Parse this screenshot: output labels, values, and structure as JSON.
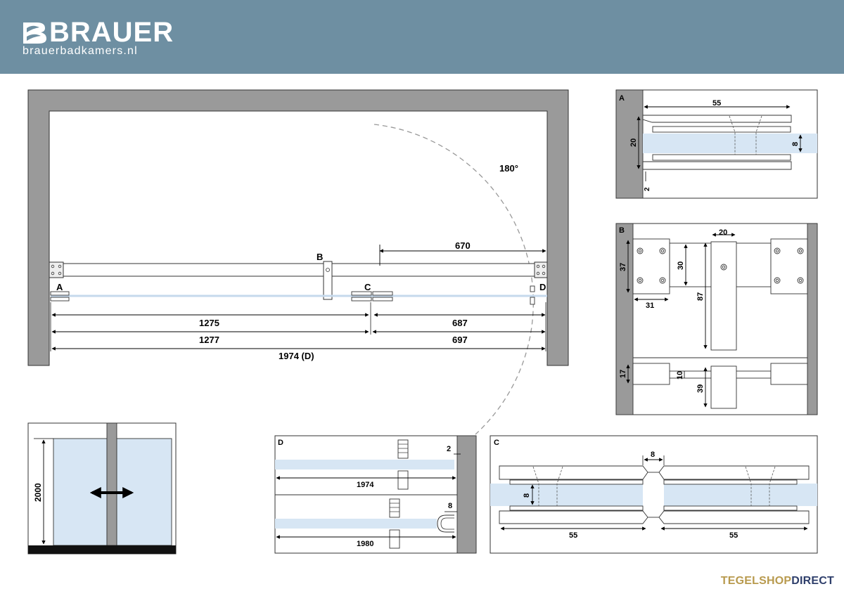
{
  "brand": {
    "name": "BRAUER",
    "url": "brauerbadkamers.nl"
  },
  "footer": {
    "part1": "TEGELSHOP",
    "part2": "DIRECT"
  },
  "colors": {
    "header": "#6e8fa2",
    "wall": "#9a9a9a",
    "glass": "#d7e6f4",
    "gold": "#b89a4e",
    "navy": "#2f3f6b"
  },
  "main": {
    "angle": "180°",
    "labels": {
      "a": "A",
      "b": "B",
      "c": "C",
      "d": "D"
    },
    "dims": {
      "d670": "670",
      "d1275": "1275",
      "d687": "687",
      "d1277": "1277",
      "d697": "697",
      "d1974": "1974 (D)"
    }
  },
  "elevation": {
    "height": "2000"
  },
  "detail_a": {
    "label": "A",
    "d55": "55",
    "d20": "20",
    "d8": "8",
    "d2": "2"
  },
  "detail_b": {
    "label": "B",
    "d20": "20",
    "d37": "37",
    "d30": "30",
    "d87": "87",
    "d31": "31",
    "d17": "17",
    "d10": "10",
    "d39": "39"
  },
  "detail_d": {
    "label": "D",
    "d2": "2",
    "d1974": "1974",
    "d8": "8",
    "d1980": "1980"
  },
  "detail_c": {
    "label": "C",
    "d8top": "8",
    "d8side": "8",
    "d55left": "55",
    "d55right": "55"
  }
}
